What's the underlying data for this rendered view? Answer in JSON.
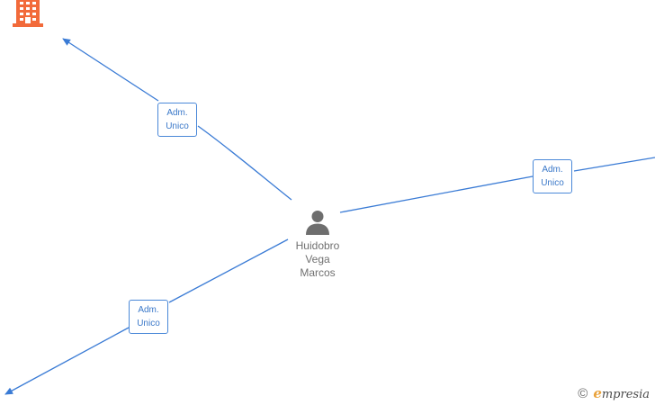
{
  "edges": [
    {
      "id": "edge-to-top-left-company",
      "label_line1": "Adm.",
      "label_line2": "Unico"
    },
    {
      "id": "edge-to-right-company",
      "label_line1": "Adm.",
      "label_line2": "Unico"
    },
    {
      "id": "edge-to-bottom-left-company",
      "label_line1": "Adm.",
      "label_line2": "Unico"
    }
  ],
  "person": {
    "name_line1": "Huidobro",
    "name_line2": "Vega",
    "name_line3": "Marcos",
    "icon": "person-icon"
  },
  "company_node": {
    "icon": "building-icon",
    "color": "#f26a3a"
  },
  "colors": {
    "edge": "#3a7bd5",
    "label_border": "#4a88d8",
    "label_text": "#3a78c9",
    "person": "#6e6e6e"
  },
  "footer": {
    "copyright_symbol": "©",
    "brand_initial": "e",
    "brand_rest": "mpresia"
  }
}
